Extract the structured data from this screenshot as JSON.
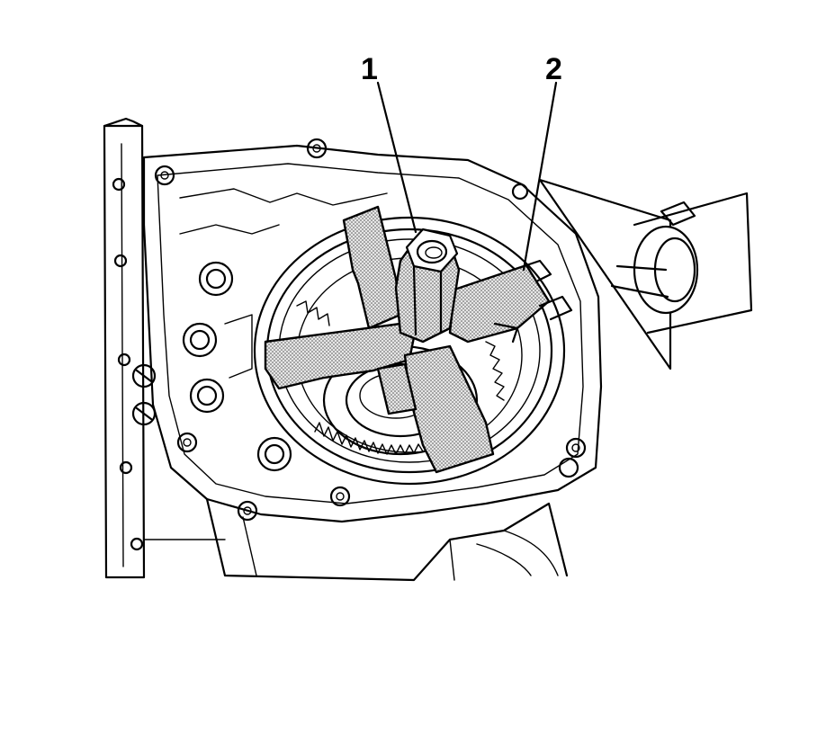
{
  "callouts": [
    {
      "id": "1",
      "text": "1"
    },
    {
      "id": "2",
      "text": "2"
    }
  ],
  "icons": {
    "illustration": "transmission-housing-with-holding-tool-diagram"
  }
}
